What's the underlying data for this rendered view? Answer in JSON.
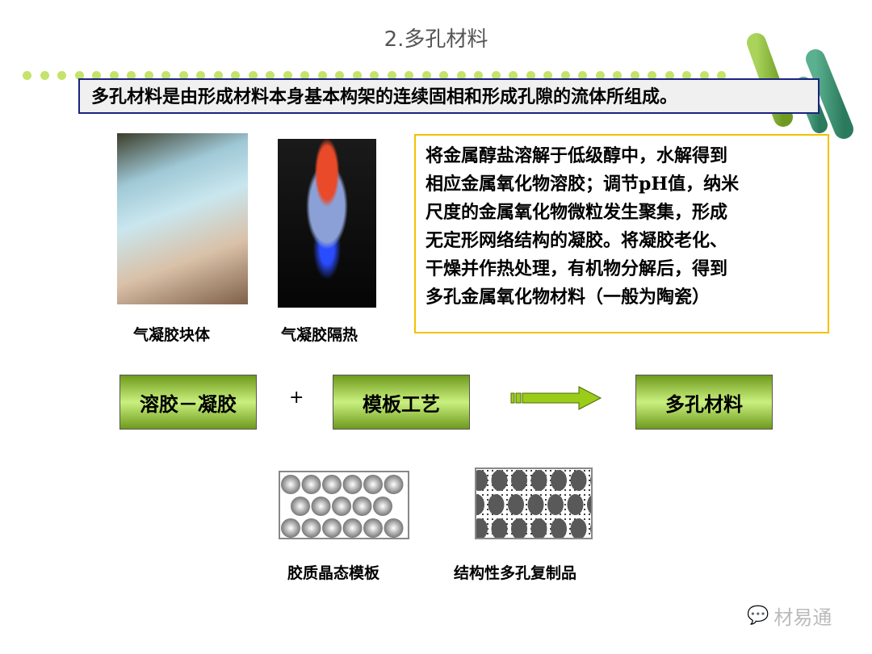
{
  "title": "2.多孔材料",
  "definition": "多孔材料是由形成材料本身基本构架的连续固相和形成孔隙的流体所组成。",
  "photos": [
    {
      "caption": "气凝胶块体"
    },
    {
      "caption": "气凝胶隔热"
    }
  ],
  "process_text": [
    "将金属醇盐溶解于低级醇中，水解得到",
    "相应金属氧化物溶胶；调节pH值，纳米",
    "尺度的金属氧化物微粒发生聚集，形成",
    "无定形网络结构的凝胶。将凝胶老化、",
    "干燥并作热处理，有机物分解后，得到",
    "多孔金属氧化物材料（一般为陶瓷）"
  ],
  "flow": {
    "box1": "溶胶－凝胶",
    "plus": "+",
    "box2": "模板工艺",
    "result": "多孔材料"
  },
  "figures": [
    {
      "caption": "胶质晶态模板"
    },
    {
      "caption": "结构性多孔复制品"
    }
  ],
  "watermark": "材易通",
  "colors": {
    "accent_green": "#8dc21f",
    "title_border": "#1a237e",
    "text_border": "#f2c200"
  }
}
